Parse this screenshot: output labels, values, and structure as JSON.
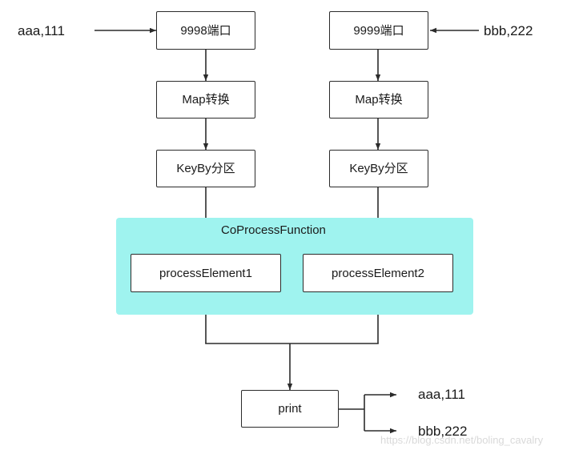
{
  "diagram": {
    "title": "Flink CoProcessFunction dataflow",
    "colors": {
      "stroke": "#2b2b2b",
      "node_fill": "#ffffff",
      "group_fill": "#9ff3ef",
      "text": "#1a1a1a",
      "watermark": "#d9d9d9"
    },
    "inputs": [
      {
        "label": "aaa,111"
      },
      {
        "label": "bbb,222"
      }
    ],
    "outputs": [
      {
        "label": "aaa,111"
      },
      {
        "label": "bbb,222"
      }
    ],
    "nodes": [
      {
        "id": "port1",
        "label": "9998端口"
      },
      {
        "id": "port2",
        "label": "9999端口"
      },
      {
        "id": "map1",
        "label": "Map转换"
      },
      {
        "id": "map2",
        "label": "Map转换"
      },
      {
        "id": "keyby1",
        "label": "KeyBy分区"
      },
      {
        "id": "keyby2",
        "label": "KeyBy分区"
      },
      {
        "id": "pe1",
        "label": "processElement1"
      },
      {
        "id": "pe2",
        "label": "processElement2"
      },
      {
        "id": "print",
        "label": "print"
      }
    ],
    "group": {
      "label": "CoProcessFunction"
    },
    "watermark": "https://blog.csdn.net/boling_cavalry"
  }
}
